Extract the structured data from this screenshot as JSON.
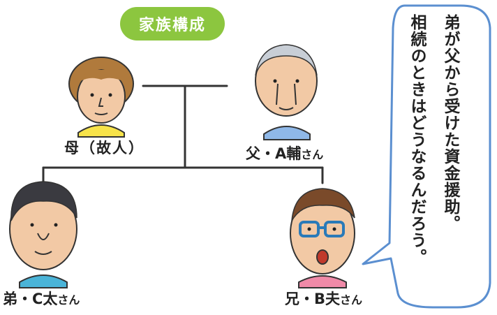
{
  "title": "家族構成",
  "people": {
    "mother": "母（故人）",
    "father_prefix": "父・A輔",
    "father_suffix": "さん",
    "younger_brother_prefix": "弟・C太",
    "younger_brother_suffix": "さん",
    "elder_brother_prefix": "兄・B夫",
    "elder_brother_suffix": "さん"
  },
  "speech_bubble": {
    "line1": "弟が父から受けた資金援助。",
    "line2": "相続のときはどうなるんだろう。"
  },
  "colors": {
    "title_bg": "#8cc63f",
    "skin": "#f2c9a5",
    "bubble_border": "#5b8fd0"
  }
}
